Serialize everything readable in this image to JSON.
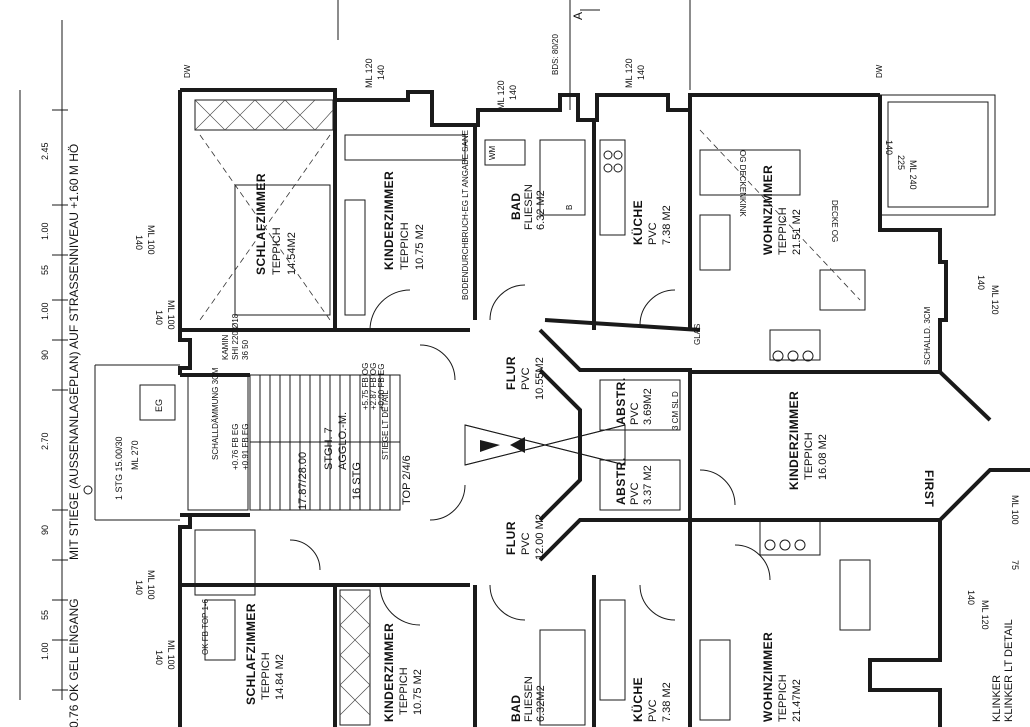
{
  "left_annotation": {
    "main": "MIT STIEGE (AUSSENANLAGEPLAN) AUF STRASSENNIVEAU +1.60 M HÖ",
    "entrance": "+0.76 OK GEL EINGANG",
    "dims": [
      "2.45",
      "1.00",
      "55",
      "1.00",
      "90",
      "2.70",
      "90",
      "55",
      "1.00"
    ]
  },
  "top_labels": {
    "ml_1": "ML 120",
    "ml_1b": "140",
    "ml_2": "ML 120",
    "ml_2b": "140",
    "ml_3": "ML 120",
    "ml_3b": "140",
    "bds": "BDS: 80/20",
    "section": "A",
    "dw_left": "DW",
    "dw_right": "DW"
  },
  "rooms": {
    "schlafzimmer_top": {
      "name": "SCHLAFZIMMER",
      "floor": "TEPPICH",
      "area": "14.54M2"
    },
    "kinderzimmer_top": {
      "name": "KINDERZIMMER",
      "floor": "TEPPICH",
      "area": "10.75 M2"
    },
    "bad_top": {
      "name": "BAD",
      "floor": "FLIESEN",
      "area": "6.32 M2"
    },
    "kueche_top": {
      "name": "KÜCHE",
      "floor": "PVC",
      "area": "7.38 M2"
    },
    "wohnzimmer_top": {
      "name": "WOHNZIMMER",
      "floor": "TEPPICH",
      "area": "21.51 M2"
    },
    "flur_top": {
      "name": "FLUR",
      "floor": "PVC",
      "area": "10.55M2"
    },
    "abstr_top": {
      "name": "ABSTR.",
      "floor": "PVC",
      "area": "3.69M2"
    },
    "abstr_bottom": {
      "name": "ABSTR.",
      "floor": "PVC",
      "area": "3.37 M2"
    },
    "kinderzimmer_right": {
      "name": "KINDERZIMMER",
      "floor": "TEPPICH",
      "area": "16.08 M2"
    },
    "flur_bottom": {
      "name": "FLUR",
      "floor": "PVC",
      "area": "12.00 M2"
    },
    "schlafzimmer_bottom": {
      "name": "SCHLAFZIMMER",
      "floor": "TEPPICH",
      "area": "14.84 M2"
    },
    "kinderzimmer_bottom": {
      "name": "KINDERZIMMER",
      "floor": "TEPPICH",
      "area": "10.75 M2"
    },
    "bad_bottom": {
      "name": "BAD",
      "floor": "FLIESEN",
      "area": "6.32M2"
    },
    "kueche_bottom": {
      "name": "KÜCHE",
      "floor": "PVC",
      "area": "7.38 M2"
    },
    "wohnzimmer_bottom": {
      "name": "WOHNZIMMER",
      "floor": "TEPPICH",
      "area": "21.47M2"
    }
  },
  "stair": {
    "label_1": "STGH. 7",
    "label_2": "AGGLO.-M.",
    "label_3": "16 STG",
    "label_4": "17.87/28.00",
    "label_5": "STIEGE LT DETAIL",
    "label_6": "SCHALLDÄMMUNG 3CM",
    "eg": "EG",
    "lvl_1": "+0.76 FB EG",
    "lvl_2": "+0.91 FB EG",
    "top": "TOP 2/4/6",
    "stg": "1 STG 15.00/30",
    "ml_270": "ML 270",
    "lvl_a": "+5.75 FB OG",
    "lvl_b": "+2.87 FB OG",
    "lvl_c": "+0.00 FB EG"
  },
  "misc": {
    "ml_100_140_a": "ML 100",
    "ml_140_a": "140",
    "ml_100_b": "ML 100",
    "ml_140_b": "140",
    "ml_100_c": "ML 100",
    "ml_140_c": "140",
    "ml_100_d": "ML 100",
    "ml_140_d": "140",
    "ml_240": "ML 240",
    "ml_225": "225",
    "ml_140_r": "140",
    "ml_120_r": "ML 120",
    "ml_140_r2": "140",
    "ml_100_r": "ML 100",
    "ml_140_r3": "140",
    "ml_120_r2": "ML 120",
    "ml_75": "75",
    "first": "FIRST",
    "decke": "DECKE OG",
    "deckenkink": "OG DECKENKINK",
    "kamin": "KAMIN",
    "kamin_sh": "SHI 220 Ø18",
    "kamin_dim": "36 50",
    "bodendurchbruch": "BODENDURCHBRUCH-EG LT ANGABE SANE",
    "klinker": "KLINKER",
    "klinker_2": "KLINKER LT DETAIL",
    "schall": "SCHALLD. 3CM",
    "ok_fb": "OK FB  TOP 1-6",
    "wm": "WM",
    "b": "B",
    "glas": "GLAS",
    "vl": "3 CM SL D"
  }
}
